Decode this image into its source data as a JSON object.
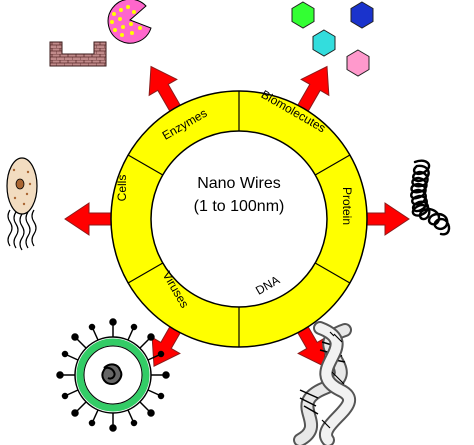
{
  "center": {
    "title": "Nano Wires",
    "subtitle": "(1 to 100nm)"
  },
  "segments": [
    {
      "key": "enzymes",
      "label": "Enzymes"
    },
    {
      "key": "biomolecules",
      "label": "Biomolecutes"
    },
    {
      "key": "protein",
      "label": "Protein"
    },
    {
      "key": "dna",
      "label": "DNA"
    },
    {
      "key": "viruses",
      "label": "Viruses"
    },
    {
      "key": "cells",
      "label": "Cells"
    }
  ],
  "colors": {
    "ring": "#ffff00",
    "arrow": "#ff0000",
    "arrow_edge": "#8c1a1a",
    "brick": "#c08a8a",
    "pacman": "#ff66cc",
    "hex_green": "#33ff33",
    "hex_blue": "#1a33cc",
    "hex_cyan": "#33dddd",
    "hex_pink": "#ff99cc",
    "cell": "#f2dcc0",
    "virus_ring": "#33cc66"
  },
  "icons": {
    "top_left": "enzyme-icon",
    "top_right": "biomolecule-hexagons-icon",
    "right": "protein-strand-icon",
    "bottom_right": "dna-helix-icon",
    "bottom_left": "virus-icon",
    "left": "cell-icon"
  }
}
